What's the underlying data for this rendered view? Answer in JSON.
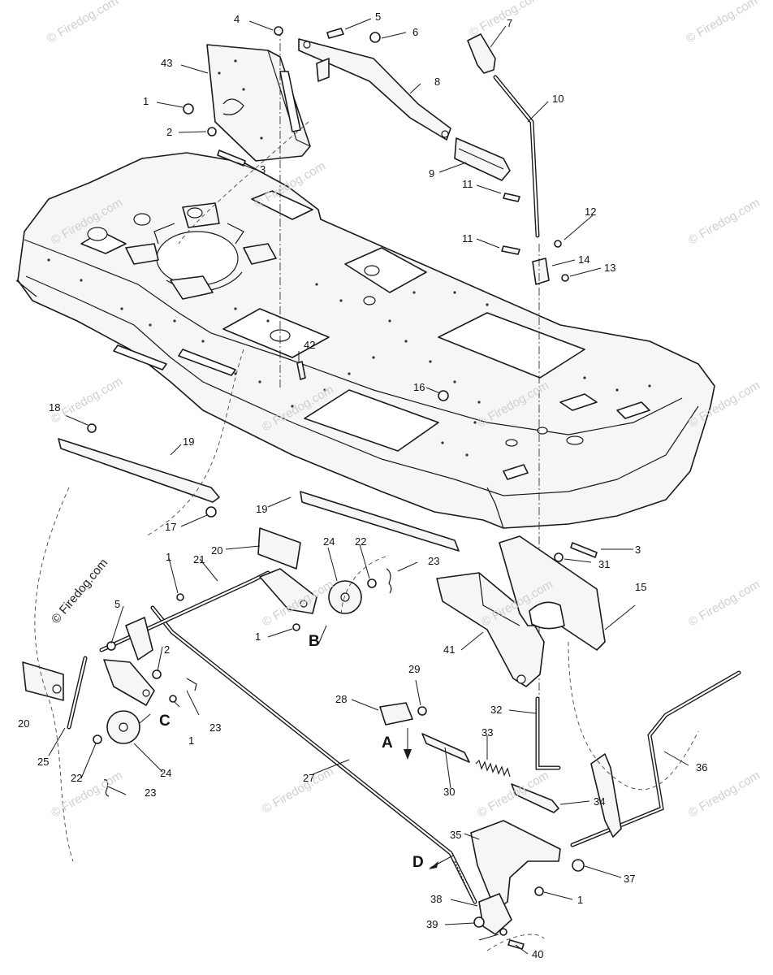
{
  "watermark": "© Firedog.com",
  "callouts": [
    "1",
    "2",
    "3",
    "4",
    "5",
    "6",
    "7",
    "8",
    "9",
    "10",
    "11",
    "12",
    "13",
    "14",
    "15",
    "16",
    "17",
    "18",
    "19",
    "20",
    "21",
    "22",
    "23",
    "24",
    "25",
    "27",
    "28",
    "29",
    "30",
    "31",
    "32",
    "33",
    "34",
    "35",
    "36",
    "37",
    "38",
    "39",
    "40",
    "41",
    "42",
    "43"
  ],
  "view_letters": [
    "A",
    "B",
    "C",
    "D"
  ],
  "colors": {
    "line": "#1a1a1a",
    "fill": "#f6f6f6",
    "watermark": "#cfcfcf"
  }
}
